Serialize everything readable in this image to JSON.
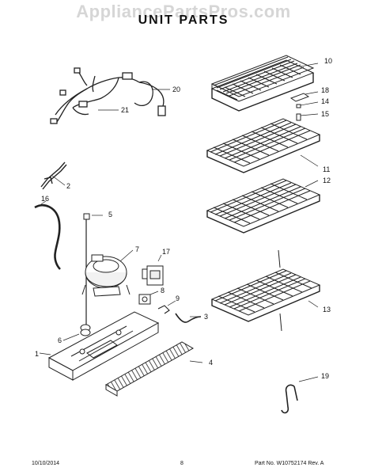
{
  "header": {
    "watermark": "AppliancePartsPros.com",
    "title": "UNIT PARTS"
  },
  "callouts": {
    "c1": "1",
    "c2": "2",
    "c3": "3",
    "c4": "4",
    "c5": "5",
    "c6": "6",
    "c7": "7",
    "c8": "8",
    "c9": "9",
    "c10": "10",
    "c11": "11",
    "c12": "12",
    "c13": "13",
    "c14": "14",
    "c15": "15",
    "c16": "16",
    "c17": "17",
    "c18": "18",
    "c19": "19",
    "c20": "20",
    "c21": "21"
  },
  "footer": {
    "date": "10/10/2014",
    "page": "8",
    "part_no": "Part No. W10752174  Rev. A"
  }
}
